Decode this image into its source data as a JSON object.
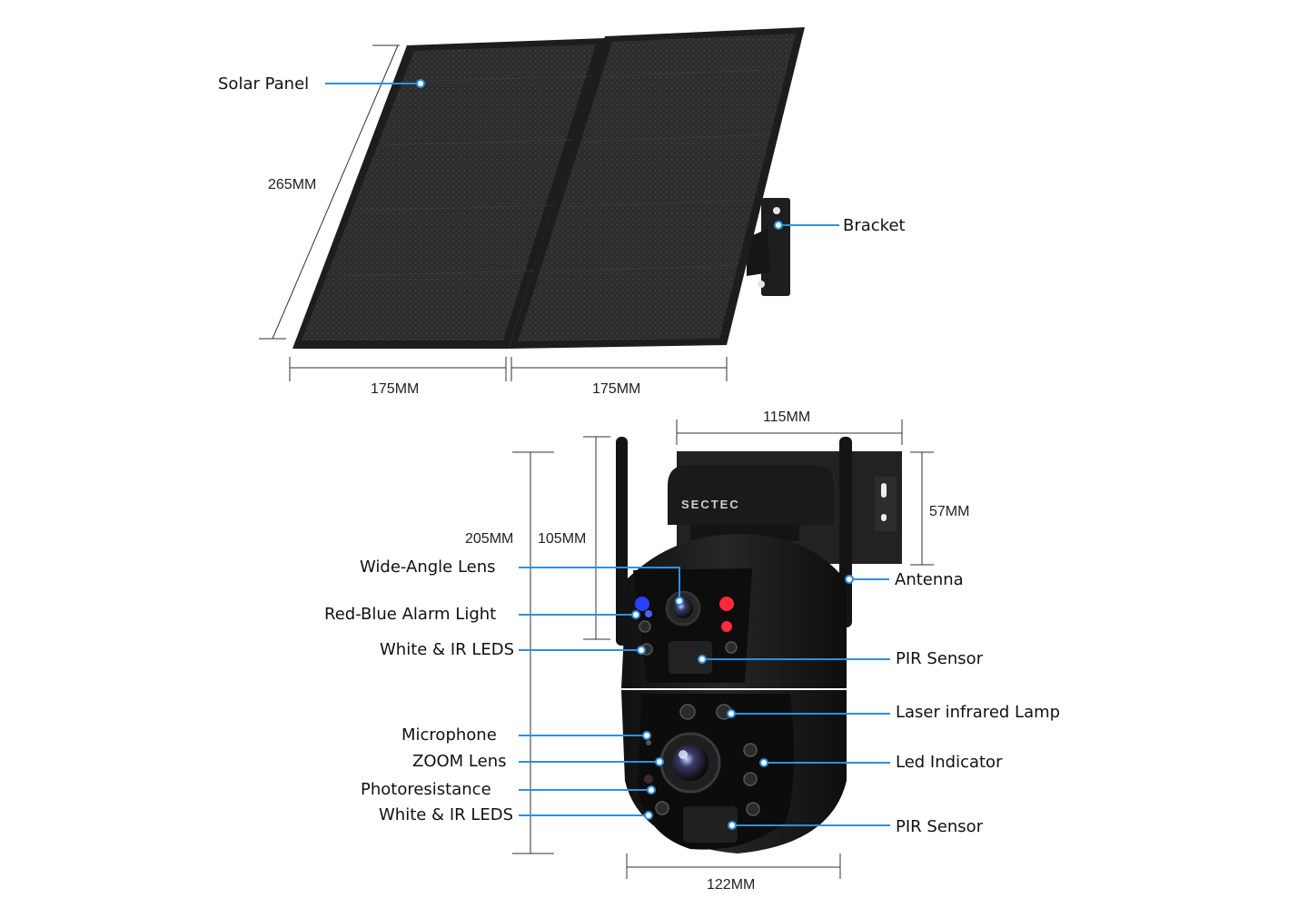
{
  "brand": "SECTEC",
  "colors": {
    "leader": "#2f8fe0",
    "body": "#1b1b1b",
    "panel": "#2a2a2a",
    "alarm_blue": "#2040ff",
    "alarm_red": "#ff2030"
  },
  "dimensions": {
    "panel_height": "265MM",
    "panel_width_left": "175MM",
    "panel_width_right": "175MM",
    "mount_width": "115MM",
    "mount_height": "57MM",
    "camera_total_height": "205MM",
    "head_height": "105MM",
    "dome_width": "122MM"
  },
  "labels": {
    "solar_panel": "Solar Panel",
    "bracket": "Bracket",
    "wide_angle_lens": "Wide-Angle Lens",
    "red_blue_alarm_light": "Red-Blue Alarm Light",
    "white_ir_leds_top": "White & IR LEDS",
    "microphone": "Microphone",
    "zoom_lens": "ZOOM Lens",
    "photoresistance": "Photoresistance",
    "white_ir_leds_bottom": "White & IR LEDS",
    "antenna": "Antenna",
    "pir_sensor_top": "PIR Sensor",
    "laser_infrared_lamp": "Laser infrared Lamp",
    "led_indicator": "Led Indicator",
    "pir_sensor_bottom": "PIR Sensor"
  }
}
